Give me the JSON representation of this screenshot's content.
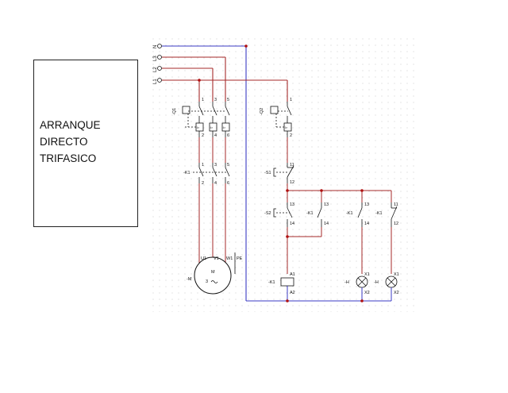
{
  "title": {
    "line1": "ARRANQUE",
    "line2": "DIRECTO",
    "line3": "TRIFASICO"
  },
  "colors": {
    "phase": "#a52a2a",
    "neutral": "#3b3bc4",
    "component": "#111111",
    "node": "#b01010",
    "grid": "#c8c8c8"
  },
  "supply": {
    "n": "N",
    "l3": "L3",
    "l2": "L2",
    "l1": "L1"
  },
  "power": {
    "q1": "-Q1",
    "k1": "-K1",
    "motor_ref": "-M",
    "motor_letter": "M",
    "motor_phases": "3",
    "pins_top": [
      "1",
      "3",
      "5"
    ],
    "pins_bottom": [
      "2",
      "4",
      "6"
    ],
    "pins_q1_inner": [
      "I>",
      "I>",
      "I>"
    ],
    "motor_terms": [
      "U1",
      "V1",
      "W1",
      "PE"
    ]
  },
  "control": {
    "q2": "-Q2",
    "q2_top": "1",
    "q2_bot": "2",
    "q2_inner": "I>",
    "s1": "-S1",
    "s1_top": "11",
    "s1_bot": "12",
    "s2": "-S2",
    "s2_top": "13",
    "s2_bot": "14",
    "k1_aux": "-K1",
    "k1_aux_top": "13",
    "k1_aux_bot": "14",
    "k1_h1": "-K1",
    "k1_h1_top": "13",
    "k1_h1_bot": "14",
    "k1_h2": "-K1",
    "k1_h2_top": "11",
    "k1_h2_bot": "12",
    "coil": "-K1",
    "coil_top": "A1",
    "coil_bot": "A2",
    "lamp1": "-H",
    "lamp1_top": "X1",
    "lamp1_bot": "X2",
    "lamp2": "-H",
    "lamp2_top": "X1",
    "lamp2_bot": "X2"
  }
}
